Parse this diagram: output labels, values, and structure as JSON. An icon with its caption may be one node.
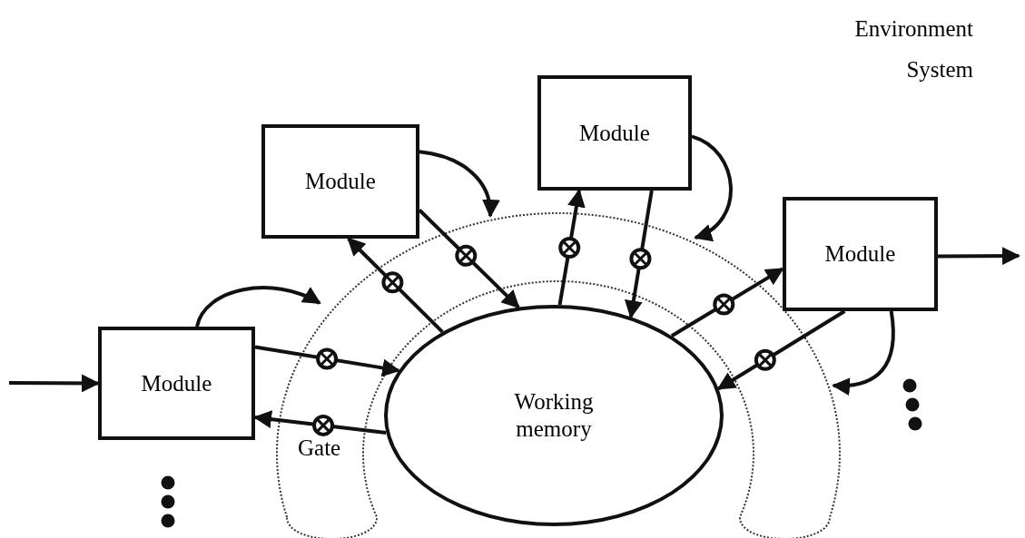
{
  "diagram": {
    "nodes": [
      {
        "text": [
          "Module"
        ]
      },
      {
        "text": [
          "Module"
        ]
      },
      {
        "text": [
          "Module"
        ]
      },
      {
        "text": [
          "Module"
        ]
      },
      {
        "text": [
          "Working memory"
        ]
      }
    ],
    "edges": [
      {
        "from": null,
        "to": 0,
        "arrow": "to"
      },
      {
        "from": 0,
        "to": 4,
        "arrow": "to"
      },
      {
        "from": 4,
        "to": 0,
        "arrow": "to"
      },
      {
        "from": 4,
        "to": 1,
        "arrow": "to"
      },
      {
        "from": 1,
        "to": 4,
        "arrow": "to"
      },
      {
        "from": 4,
        "to": 2,
        "arrow": "to"
      },
      {
        "from": 2,
        "to": 4,
        "arrow": "to"
      },
      {
        "from": 4,
        "to": 3,
        "arrow": "to"
      },
      {
        "from": 3,
        "to": 4,
        "arrow": "to"
      },
      {
        "from": 3,
        "to": null,
        "arrow": "to"
      },
      {
        "from": 0,
        "to": null,
        "arrow": "to"
      },
      {
        "from": 1,
        "to": null,
        "arrow": "to"
      },
      {
        "from": 2,
        "to": null,
        "arrow": "to"
      },
      {
        "from": 3,
        "to": null,
        "arrow": "to"
      }
    ],
    "labels": [
      "Environment",
      "System",
      "Gate"
    ]
  }
}
